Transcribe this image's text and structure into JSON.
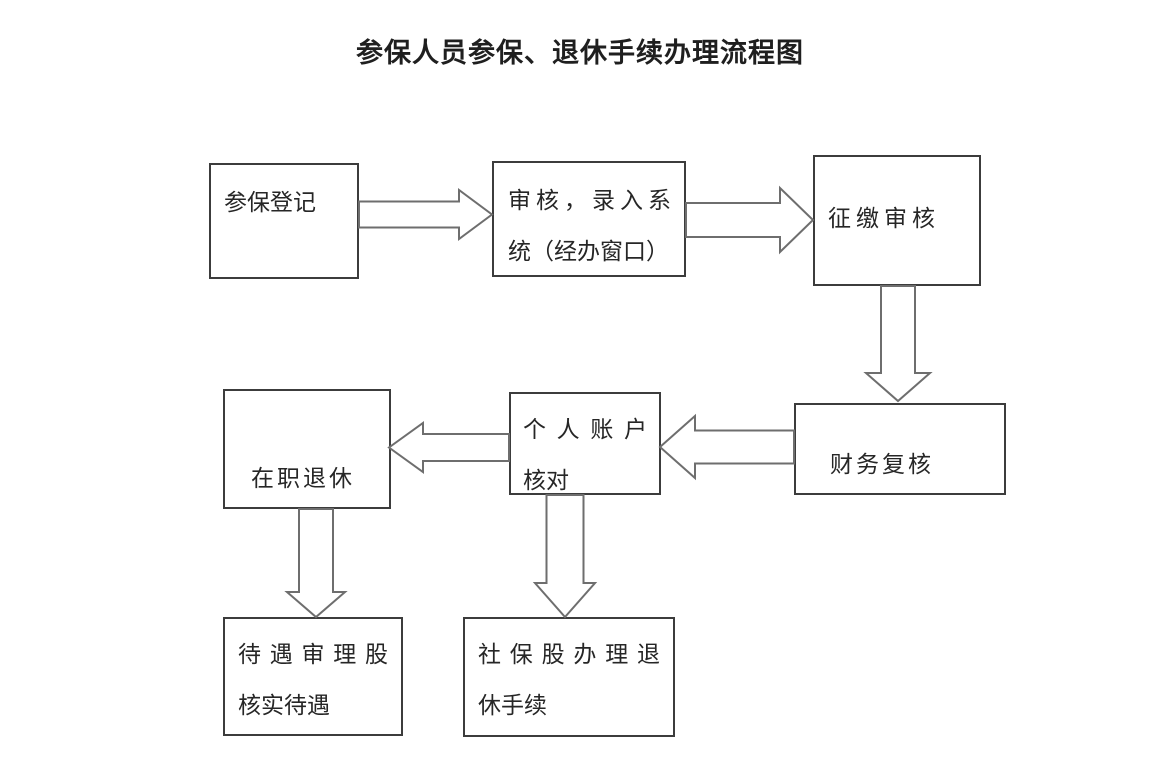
{
  "title": "参保人员参保、退休手续办理流程图",
  "colors": {
    "background": "#ffffff",
    "box_border": "#3c3c3c",
    "arrow_outline": "#6e6e6e",
    "text": "#262626"
  },
  "nodes": {
    "enroll": {
      "label": "参保登记",
      "lines": [
        "参保登记"
      ]
    },
    "review": {
      "label": "审核，录入系统（经办窗口）",
      "lines": [
        "审核，录入系",
        "统（经办窗口）"
      ]
    },
    "levy": {
      "label": "征缴审核",
      "lines": [
        "征缴审核"
      ]
    },
    "finance": {
      "label": "财务复核",
      "lines": [
        "财务复核"
      ]
    },
    "account": {
      "label": "个人账户核对",
      "lines": [
        "个人账户",
        "核对"
      ]
    },
    "retire": {
      "label": "在职退休",
      "lines": [
        "在职退休"
      ]
    },
    "treat": {
      "label": "待遇审理股核实待遇",
      "lines": [
        "待遇审理股",
        "核实待遇"
      ]
    },
    "social": {
      "label": "社保股办理退休手续",
      "lines": [
        "社保股办理退",
        "休手续"
      ]
    }
  },
  "edges": [
    {
      "from": "参保登记",
      "to": "审核，录入系统（经办窗口）",
      "direction": "right"
    },
    {
      "from": "审核，录入系统（经办窗口）",
      "to": "征缴审核",
      "direction": "right"
    },
    {
      "from": "征缴审核",
      "to": "财务复核",
      "direction": "down"
    },
    {
      "from": "财务复核",
      "to": "个人账户核对",
      "direction": "left"
    },
    {
      "from": "个人账户核对",
      "to": "在职退休",
      "direction": "left"
    },
    {
      "from": "在职退休",
      "to": "待遇审理股核实待遇",
      "direction": "down"
    },
    {
      "from": "个人账户核对",
      "to": "社保股办理退休手续",
      "direction": "down"
    }
  ]
}
